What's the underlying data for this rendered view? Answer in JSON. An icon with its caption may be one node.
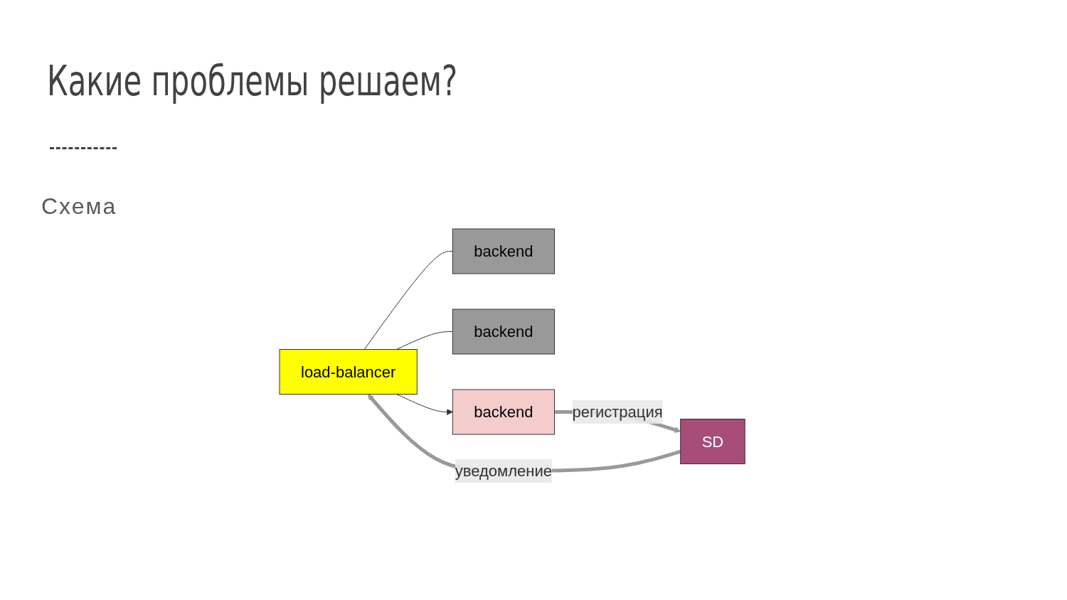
{
  "diagram": {
    "title": "Какие проблемы решаем?",
    "nodes": [
      {
        "text": [
          "load-balancer"
        ]
      },
      {
        "text": [
          "backend"
        ]
      },
      {
        "text": [
          "backend"
        ]
      },
      {
        "text": [
          "backend"
        ]
      },
      {
        "text": [
          "SD"
        ]
      }
    ],
    "edges": [
      {
        "from": 4,
        "to": 0,
        "arrow": "to",
        "label": "уведомление",
        "style": "thick",
        "color": "#999999"
      },
      {
        "from": 0,
        "to": 1,
        "arrow": "none"
      },
      {
        "from": 0,
        "to": 2,
        "arrow": "none"
      },
      {
        "from": 0,
        "to": 3,
        "arrow": "to"
      },
      {
        "from": 3,
        "to": 4,
        "arrow": "to",
        "label": "регистрация",
        "style": "thick",
        "color": "#999999"
      }
    ],
    "labels": [
      "Схема"
    ]
  }
}
